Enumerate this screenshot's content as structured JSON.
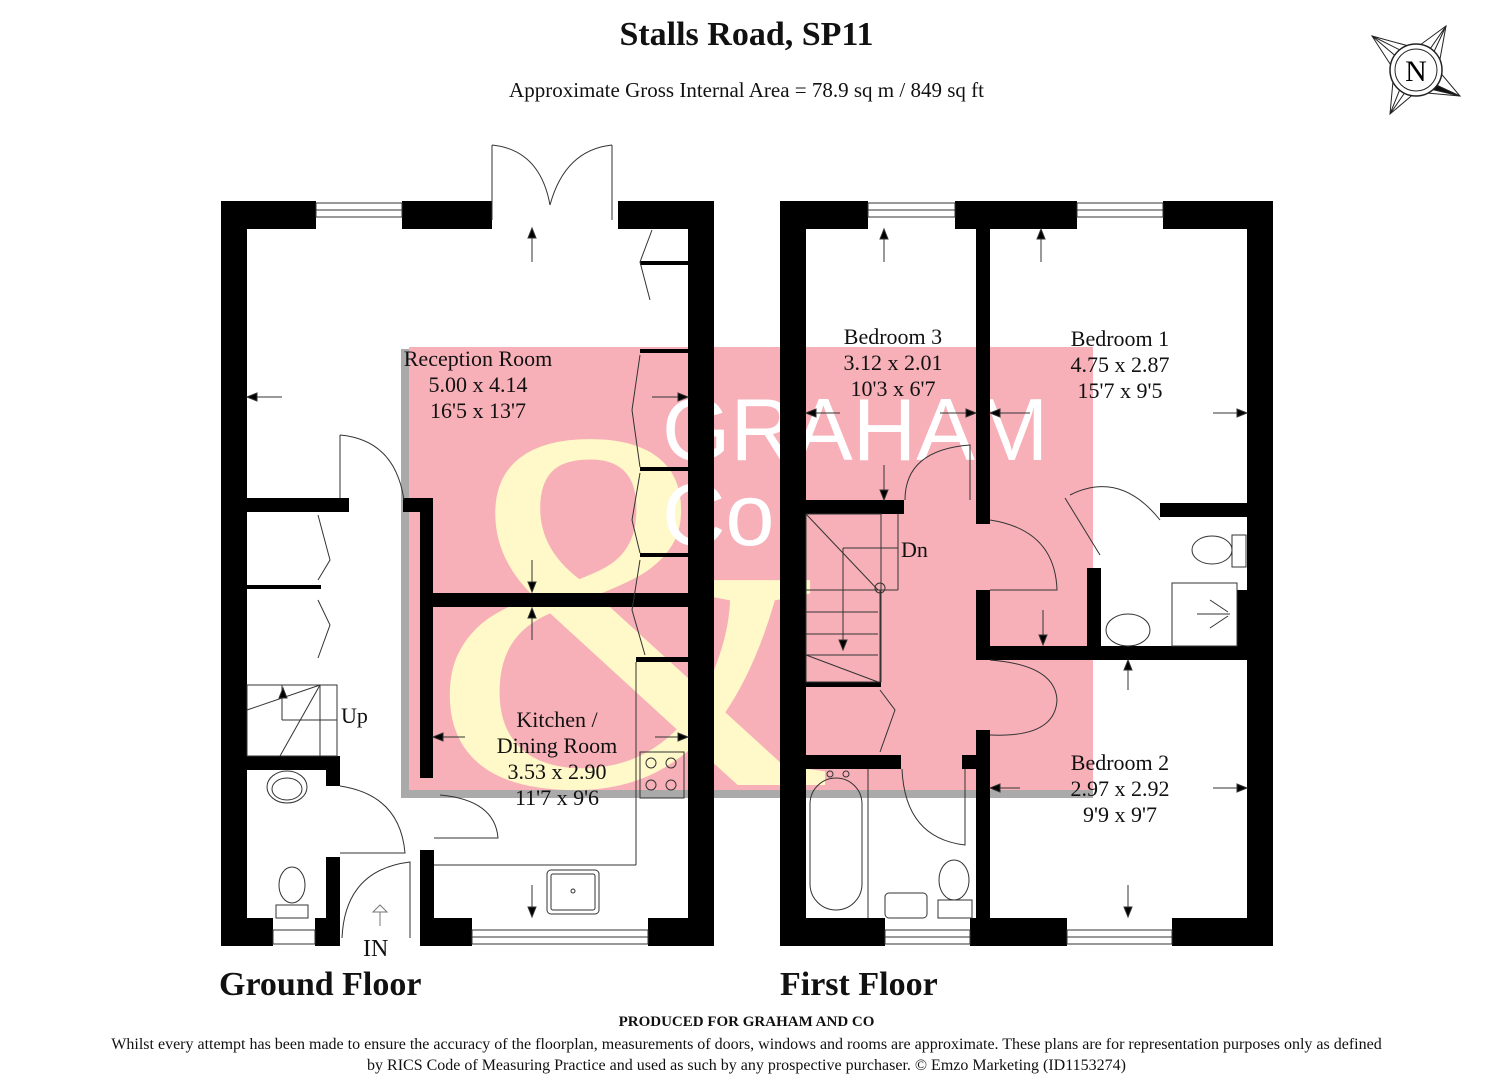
{
  "header": {
    "title": "Stalls Road, SP11",
    "subtitle": "Approximate Gross Internal Area = 78.9 sq m / 849 sq ft"
  },
  "compass": {
    "icon": "north-compass-icon",
    "letter": "N"
  },
  "watermark": {
    "line1": "GRAHAM",
    "line2": "Co",
    "symbol": "&",
    "colors": {
      "background": "#f7b0b8",
      "ampersand": "#fff8c8",
      "text": "#ffffff",
      "shadow": "#aaaaaa"
    }
  },
  "floors": [
    {
      "label": "Ground Floor",
      "entrance_label": "IN",
      "stairs_label": "Up",
      "rooms": [
        {
          "name": "Reception Room",
          "metric": "5.00 x 4.14",
          "imperial": "16'5 x 13'7"
        },
        {
          "name_line1": "Kitchen /",
          "name_line2": "Dining Room",
          "metric": "3.53 x 2.90",
          "imperial": "11'7 x 9'6"
        }
      ]
    },
    {
      "label": "First Floor",
      "stairs_label": "Dn",
      "rooms": [
        {
          "name": "Bedroom 3",
          "metric": "3.12 x 2.01",
          "imperial": "10'3 x 6'7"
        },
        {
          "name": "Bedroom 1",
          "metric": "4.75 x 2.87",
          "imperial": "15'7 x 9'5"
        },
        {
          "name": "Bedroom 2",
          "metric": "2.97 x 2.92",
          "imperial": "9'9 x 9'7"
        }
      ]
    }
  ],
  "footer": {
    "produced_for": "PRODUCED FOR GRAHAM AND CO",
    "disclaimer": "Whilst every attempt has been made to ensure the accuracy of the floorplan, measurements of doors, windows and rooms are approximate. These plans are for representation purposes only as defined by RICS Code of Measuring Practice and used as such by any prospective purchaser. © Emzo Marketing (ID1153274)"
  },
  "colors": {
    "wall": "#000000",
    "line": "#333333"
  }
}
